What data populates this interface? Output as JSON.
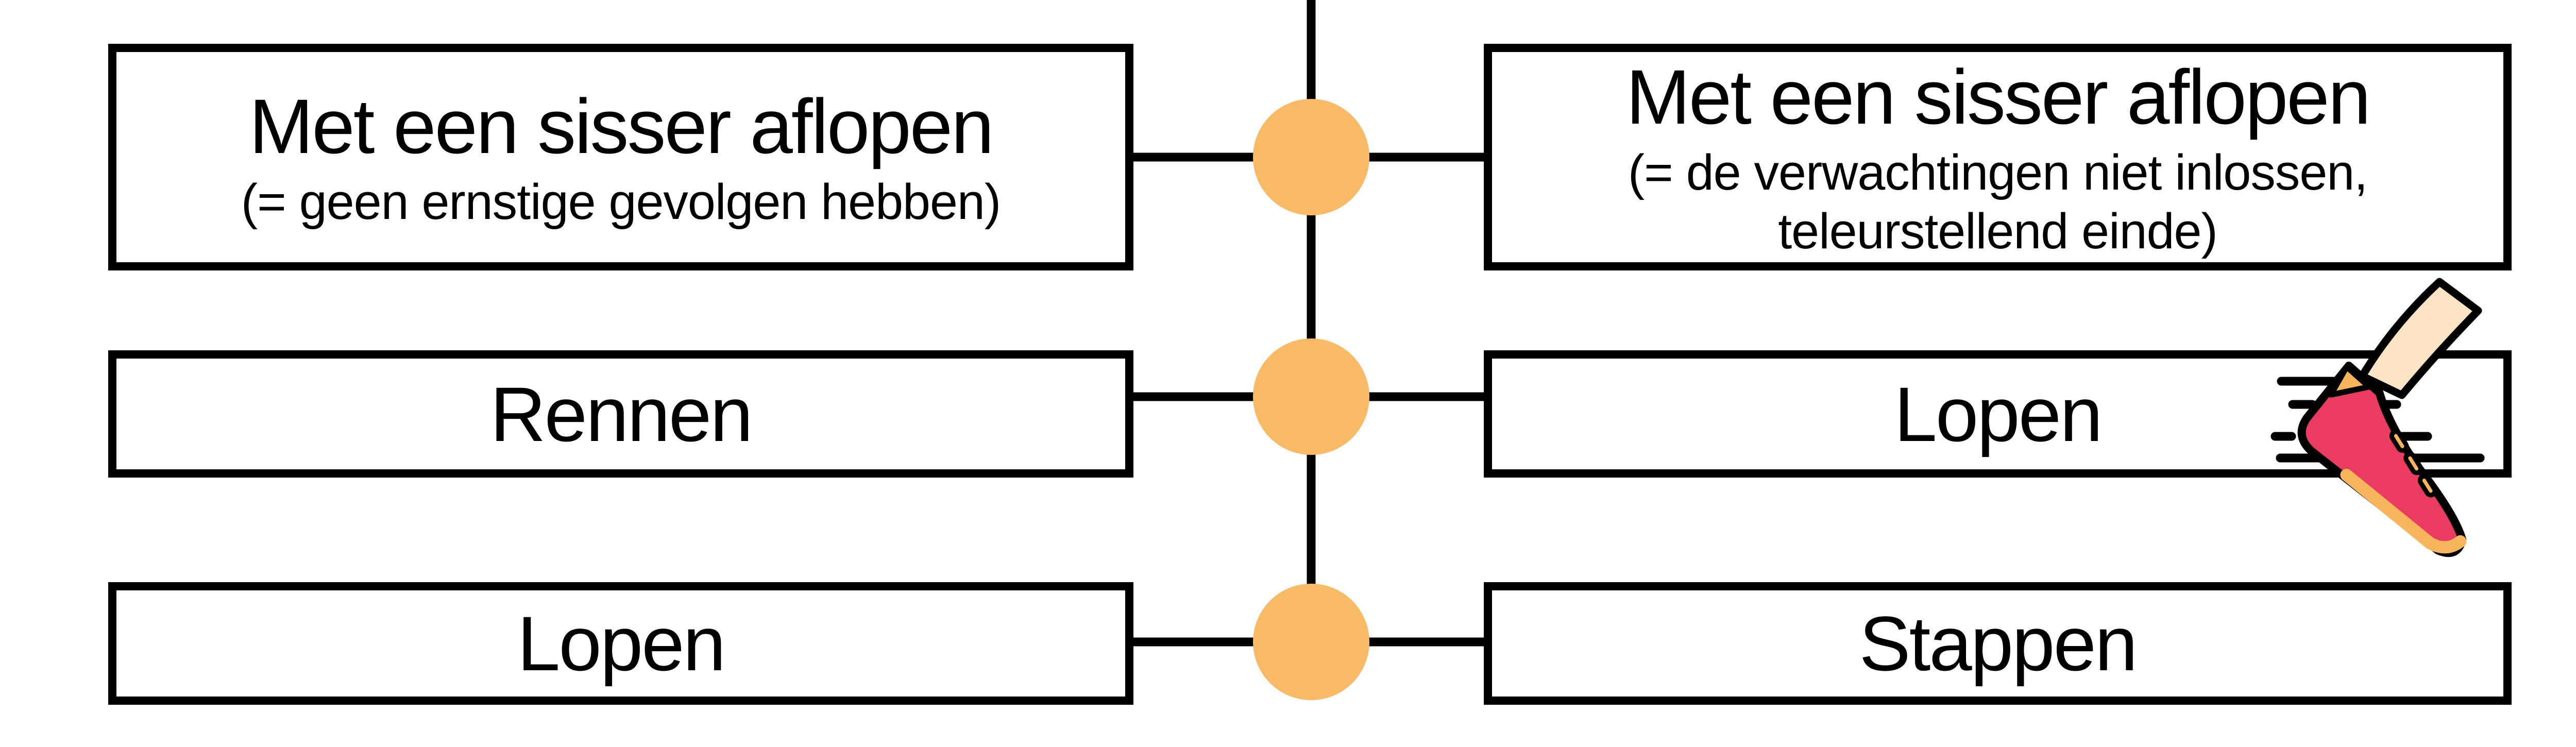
{
  "title_hint": "Nederlands-Vlaams woordvergelijking",
  "colors": {
    "node_orange": "#F8BA64",
    "line_black": "#000000",
    "shoe_pink": "#EA3C60",
    "shoe_accent_orange": "#F9B55C",
    "skin": "#FBE4C3"
  },
  "connector": {
    "node_count": "3"
  },
  "rows": [
    {
      "left": {
        "title": "Met een sisser aflopen",
        "subtitle_lines": [
          "(= geen ernstige gevolgen hebben)"
        ]
      },
      "right": {
        "title": "Met een sisser aflopen",
        "subtitle_lines": [
          "(= de verwachtingen niet inlossen,",
          "teleurstellend einde)"
        ]
      }
    },
    {
      "left": {
        "title": "Rennen"
      },
      "right": {
        "title": "Lopen",
        "icon": "running-shoe-icon"
      }
    },
    {
      "left": {
        "title": "Lopen"
      },
      "right": {
        "title": "Stappen"
      }
    }
  ]
}
